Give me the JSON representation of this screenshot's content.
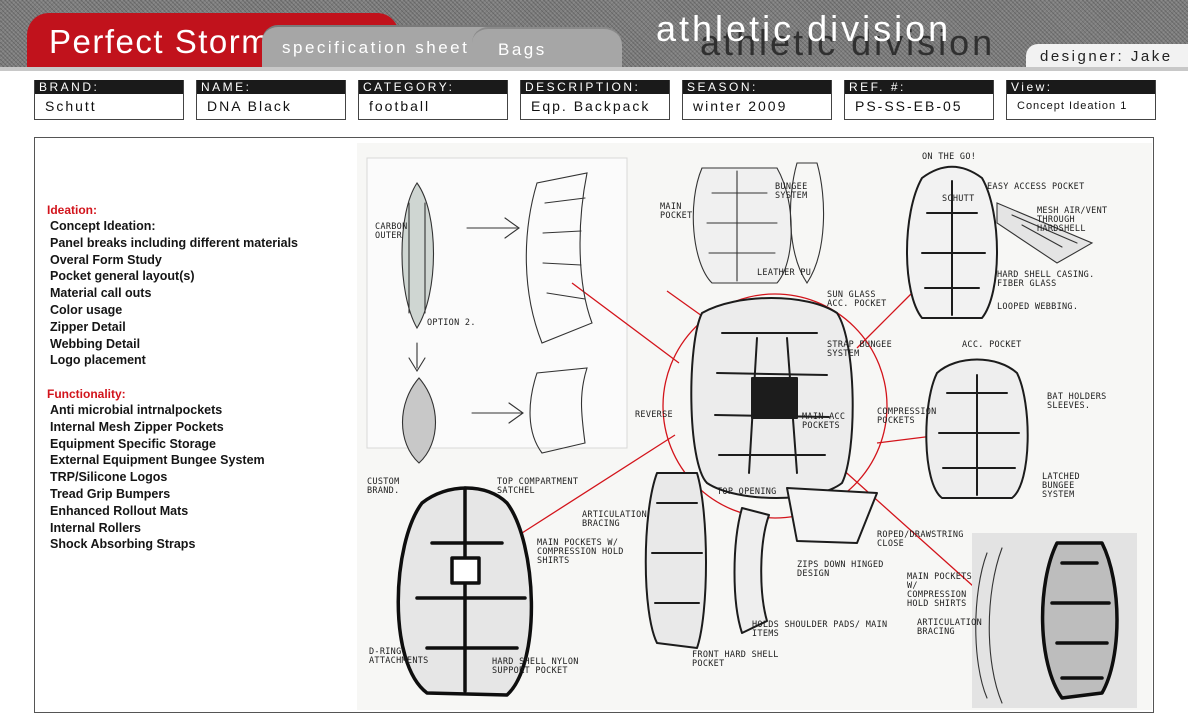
{
  "header": {
    "brand_tab": "Perfect Storm",
    "spec_tab": "specification sheet",
    "category_tab": "Bags",
    "division": "athletic division",
    "designer": "designer: Jake"
  },
  "fields": [
    {
      "label": "BRAND:",
      "value": "Schutt"
    },
    {
      "label": "NAME:",
      "value": "DNA Black"
    },
    {
      "label": "CATEGORY:",
      "value": "football"
    },
    {
      "label": "DESCRIPTION:",
      "value": "Eqp. Backpack"
    },
    {
      "label": "SEASON:",
      "value": "winter 2009"
    },
    {
      "label": "REF. #:",
      "value": "PS-SS-EB-05"
    },
    {
      "label": "View:",
      "value": "Concept Ideation 1"
    }
  ],
  "ideation": {
    "title": "Ideation:",
    "items": [
      "Concept Ideation:",
      "Panel breaks including different materials",
      "Overal Form Study",
      "Pocket general layout(s)",
      "Material call outs",
      "Color usage",
      "Zipper Detail",
      "Webbing Detail",
      "Logo placement"
    ]
  },
  "functionality": {
    "title": "Functionality:",
    "items": [
      "Anti microbial intrnalpockets",
      "Internal Mesh Zipper Pockets",
      "Equipment Specific Storage",
      "External Equipment Bungee System",
      "TRP/Silicone  Logos",
      "Tread Grip Bumpers",
      "Enhanced Rollout Mats",
      "Internal Rollers",
      "Shock Absorbing Straps"
    ]
  },
  "sketch_notes": {
    "on_the_go": "on the go!",
    "easy_access": "easy access pocket",
    "mesh_vent": "mesh air/vent through hardshell",
    "hard_shell": "hard shell casing. fiber glass",
    "looped": "looped webbing.",
    "acc_pocket": "acc. pocket",
    "leather": "leather pu",
    "sun_glass": "sun glass acc. pocket",
    "strap_bungee": "strap bungee system",
    "main_acc": "main acc pockets",
    "reverse": "reverse",
    "compression": "compression pockets",
    "bat_holders": "bat holders sleeves.",
    "latched": "latched bungee system",
    "bungee_top": "bungee system",
    "main_pocket_top": "main pocket",
    "custom": "custom brand.",
    "top_compartment": "top compartment satchel",
    "articulation": "articulation bracing",
    "main_pockets": "main pockets w/ compression hold shirts",
    "top_opening": "top opening",
    "roped": "roped/drawstring close",
    "zips_down": "zips down hinged design",
    "main_pockets_2": "main pockets w/ compression hold shirts",
    "articulation_2": "articulation bracing",
    "holds_shoulder": "holds shoulder pads/ main items",
    "front_hard": "front hard shell pocket",
    "d_ring": "d-ring attachments",
    "hard_nylon": "hard shell nylon support pocket",
    "carbon": "carbon outer",
    "option2": "option 2.",
    "schutt_logo": "schutt"
  }
}
